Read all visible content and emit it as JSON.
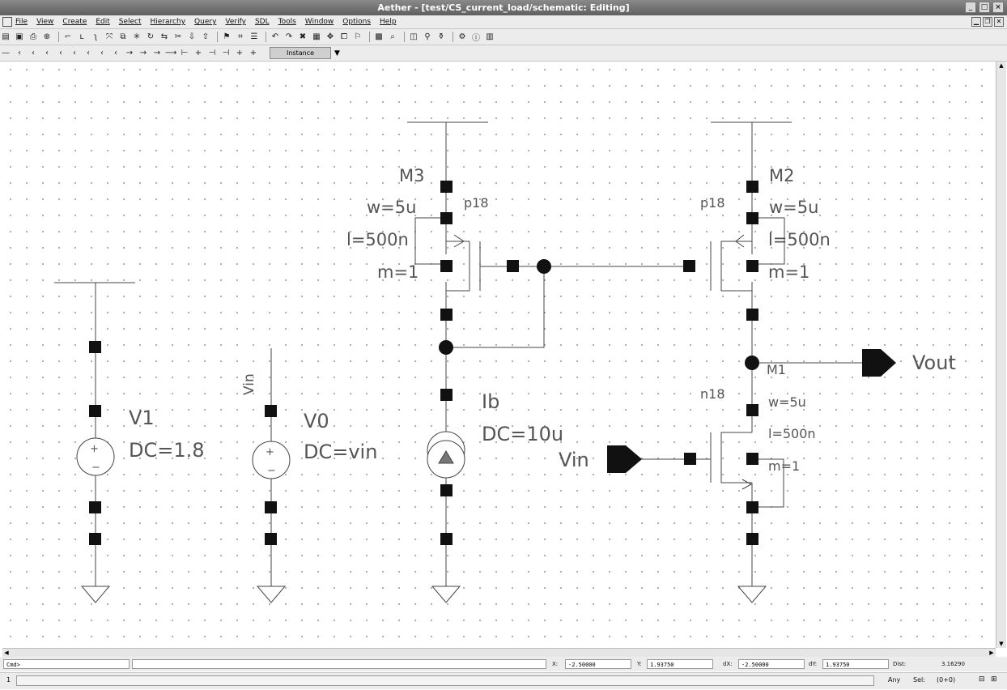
{
  "window": {
    "title": "Aether - [test/CS_current_load/schematic: Editing]",
    "buttons": [
      "_",
      "□",
      "×"
    ]
  },
  "menu": [
    "File",
    "View",
    "Create",
    "Edit",
    "Select",
    "Hierarchy",
    "Query",
    "Verify",
    "SDL",
    "Tools",
    "Window",
    "Options",
    "Help"
  ],
  "toolbar": {
    "mode_label": "Instance"
  },
  "schematic": {
    "v1": {
      "name": "V1",
      "param": "DC=1.8"
    },
    "v0": {
      "name": "V0",
      "param": "DC=vin",
      "net": "Vin"
    },
    "ib": {
      "name": "Ib",
      "param": "DC=10u"
    },
    "m3": {
      "name": "M3",
      "model": "p18",
      "w": "w=5u",
      "l": "l=500n",
      "m": "m=1"
    },
    "m2": {
      "name": "M2",
      "model": "p18",
      "w": "w=5u",
      "l": "l=500n",
      "m": "m=1"
    },
    "m1": {
      "name": "M1",
      "model": "n18",
      "w": "w=5u",
      "l": "l=500n",
      "m": "m=1"
    },
    "pin_out": "Vout",
    "pin_in": "Vin"
  },
  "status": {
    "cmd_label": "Cmd>",
    "x_label": "X:",
    "x_value": "-2.50000",
    "y_label": "Y:",
    "y_value": "1.93750",
    "dx_label": "dX:",
    "dx_value": "-2.50000",
    "dy_label": "dY:",
    "dy_value": "1.93750",
    "dist_label": "Dist:",
    "dist_value": "3.16290",
    "line_no": "1",
    "any_label": "Any",
    "sel_label": "Sel:",
    "sel_value": "(0+0)"
  }
}
